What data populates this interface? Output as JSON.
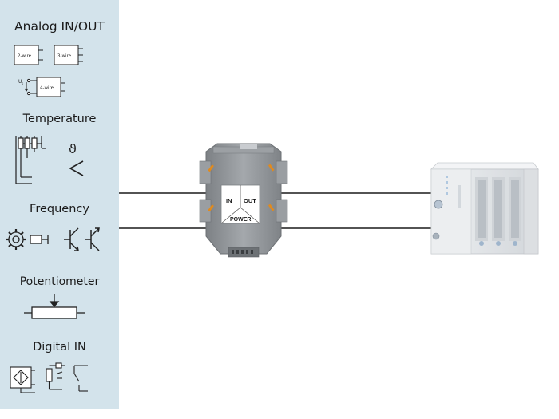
{
  "sidebar": {
    "bg": "#d3e3eb",
    "sections": [
      {
        "title": "Analog IN/OUT"
      },
      {
        "title": "Temperature"
      },
      {
        "title": "Frequency"
      },
      {
        "title": "Potentiometer"
      },
      {
        "title": "Digital IN"
      }
    ],
    "analog": {
      "box_2wire": "2-wire",
      "box_3wire": "3-wire",
      "box_4wire": "4-wire",
      "supply": "U",
      "supply_sub": "s"
    },
    "temperature": {
      "theta": "ϑ"
    }
  },
  "module": {
    "in_label": "IN",
    "out_label": "OUT",
    "power_label": "POWER",
    "panel_color": "#ffffff",
    "housing_color": "#8f9397",
    "accent": "#e08a1e"
  },
  "plc": {
    "body_color": "#e4e7ea"
  },
  "wiring": {
    "color": "#1a1a1a"
  }
}
